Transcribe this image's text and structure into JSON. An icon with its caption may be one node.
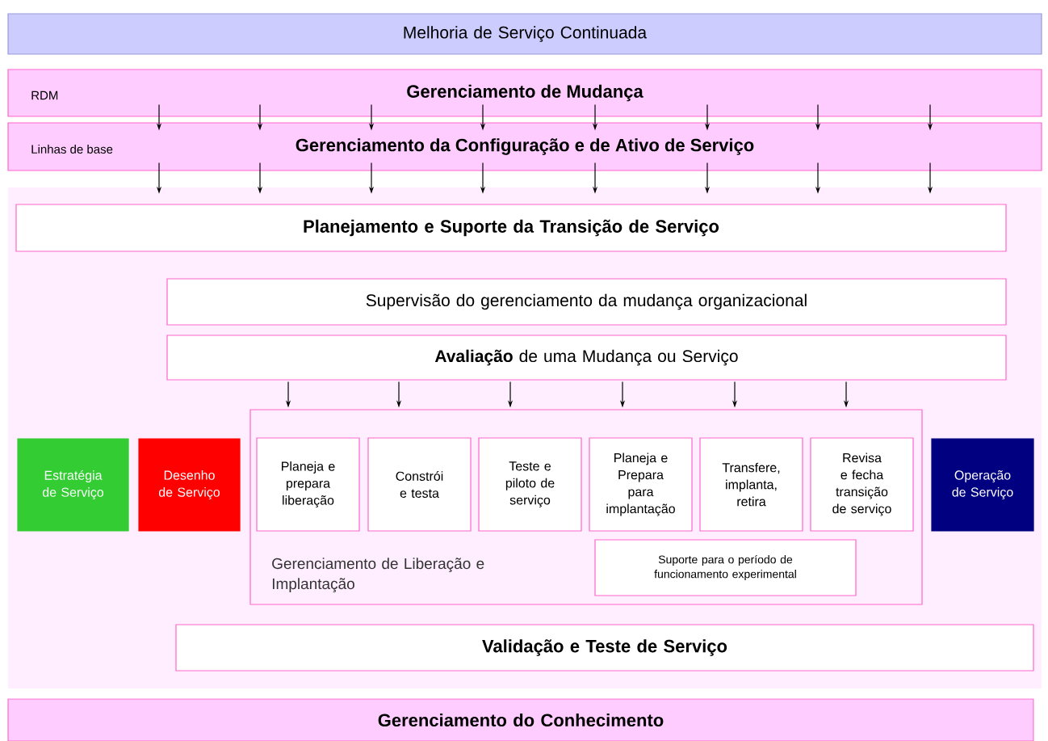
{
  "diagram": {
    "nodes": [
      {
        "text": [
          "Melhoria de Serviço Continuada"
        ]
      },
      {
        "text": [
          "RDM",
          "Gerenciamento de Mudança"
        ]
      },
      {
        "text": [
          "Linhas de base",
          "Gerenciamento da Configuração e de Ativo de Serviço"
        ]
      },
      {
        "text": [],
        "shape": "box"
      },
      {
        "text": [
          "Planejamento e Suporte da Transição de Serviço"
        ],
        "in": 3
      },
      {
        "text": [
          "Supervisão do gerenciamento da mudança organizacional"
        ],
        "in": 3
      },
      {
        "text": [
          "**Avaliação** de uma Mudança ou  Serviço"
        ],
        "in": 3
      },
      {
        "text": [
          "Estratégia de Serviço"
        ],
        "in": 3
      },
      {
        "text": [
          "Desenho de Serviço"
        ],
        "in": 3
      },
      {
        "text": [
          "Gerenciamento de Liberação e Implantação"
        ],
        "in": 3
      },
      {
        "text": [
          "Planeja e prepara liberação"
        ],
        "in": 9
      },
      {
        "text": [
          "Constrói e testa"
        ],
        "in": 9
      },
      {
        "text": [
          "Teste e piloto de serviço"
        ],
        "in": 9
      },
      {
        "text": [
          "Planeja e Prepara para implantação"
        ],
        "in": 9
      },
      {
        "text": [
          "Transfere, implanta, retira"
        ],
        "in": 9
      },
      {
        "text": [
          "Revisa e fecha transição de serviço"
        ],
        "in": 9
      },
      {
        "text": [
          "Suporte para o período de funcionamento experimental"
        ],
        "in": 9
      },
      {
        "text": [
          "Operação de Serviço"
        ],
        "in": 3
      },
      {
        "text": [
          "Validação e Teste de Serviço"
        ],
        "in": 3
      },
      {
        "text": [
          "Gerenciamento do Conhecimento"
        ]
      }
    ],
    "edges": [
      {
        "from": 1,
        "to": 2,
        "arrow": "to"
      },
      {
        "from": 1,
        "to": 2,
        "arrow": "to"
      },
      {
        "from": 1,
        "to": 2,
        "arrow": "to"
      },
      {
        "from": 1,
        "to": 2,
        "arrow": "to"
      },
      {
        "from": 1,
        "to": 2,
        "arrow": "to"
      },
      {
        "from": 1,
        "to": 2,
        "arrow": "to"
      },
      {
        "from": 1,
        "to": 2,
        "arrow": "to"
      },
      {
        "from": 1,
        "to": 2,
        "arrow": "to"
      },
      {
        "from": 2,
        "to": 3,
        "arrow": "to"
      },
      {
        "from": 2,
        "to": 3,
        "arrow": "to"
      },
      {
        "from": 2,
        "to": 3,
        "arrow": "to"
      },
      {
        "from": 2,
        "to": 3,
        "arrow": "to"
      },
      {
        "from": 2,
        "to": 3,
        "arrow": "to"
      },
      {
        "from": 2,
        "to": 3,
        "arrow": "to"
      },
      {
        "from": 2,
        "to": 3,
        "arrow": "to"
      },
      {
        "from": 2,
        "to": 3,
        "arrow": "to"
      },
      {
        "from": 6,
        "to": 9,
        "arrow": "to"
      },
      {
        "from": 6,
        "to": 9,
        "arrow": "to"
      },
      {
        "from": 6,
        "to": 9,
        "arrow": "to"
      },
      {
        "from": 6,
        "to": 9,
        "arrow": "to"
      },
      {
        "from": 6,
        "to": 9,
        "arrow": "to"
      },
      {
        "from": 6,
        "to": 9,
        "arrow": "to"
      }
    ]
  }
}
